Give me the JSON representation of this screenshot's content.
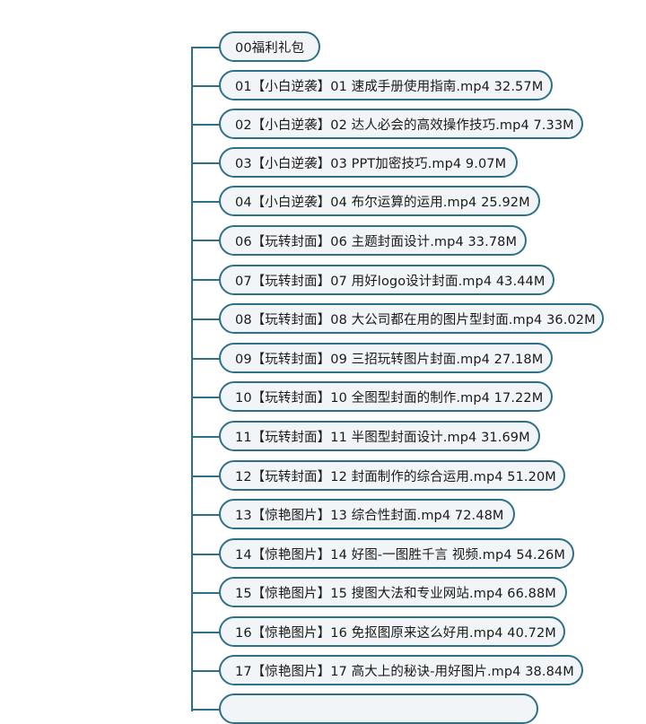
{
  "mindmap": {
    "root_item": "00福利礼包",
    "items": [
      "01【小白逆袭】01 速成手册使用指南.mp4  32.57M",
      "02【小白逆袭】02 达人必会的高效操作技巧.mp4  7.33M",
      "03【小白逆袭】03 PPT加密技巧.mp4  9.07M",
      "04【小白逆袭】04 布尔运算的运用.mp4  25.92M",
      "06【玩转封面】06 主题封面设计.mp4  33.78M",
      "07【玩转封面】07 用好logo设计封面.mp4  43.44M",
      "08【玩转封面】08 大公司都在用的图片型封面.mp4  36.02M",
      "09【玩转封面】09 三招玩转图片封面.mp4  27.18M",
      "10【玩转封面】10 全图型封面的制作.mp4  17.22M",
      "11【玩转封面】11 半图型封面设计.mp4  31.69M",
      "12【玩转封面】12 封面制作的综合运用.mp4  51.20M",
      "13【惊艳图片】13 综合性封面.mp4  72.48M",
      "14【惊艳图片】14 好图-一图胜千言 视频.mp4  54.26M",
      "15【惊艳图片】15 搜图大法和专业网站.mp4  66.88M",
      "16【惊艳图片】16 免抠图原来这么好用.mp4  40.72M",
      "17【惊艳图片】17 高大上的秘诀-用好图片.mp4  38.84M"
    ]
  },
  "colors": {
    "border": "#2e6f89",
    "node_fill": "#f1f5f8",
    "text": "#1a1a1a",
    "background": "#ffffff"
  }
}
